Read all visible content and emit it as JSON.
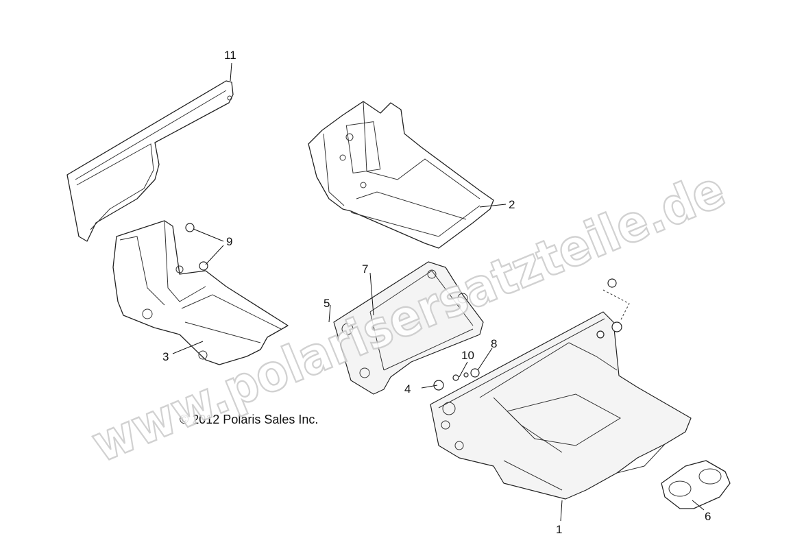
{
  "copyright": "© 2012 Polaris Sales Inc.",
  "watermark": "www.polarisersatzteile.de",
  "callouts": {
    "c1": "1",
    "c2": "2",
    "c3": "3",
    "c4": "4",
    "c5": "5",
    "c6": "6",
    "c7": "7",
    "c8": "8",
    "c9": "9",
    "c10": "10",
    "c11": "11"
  }
}
